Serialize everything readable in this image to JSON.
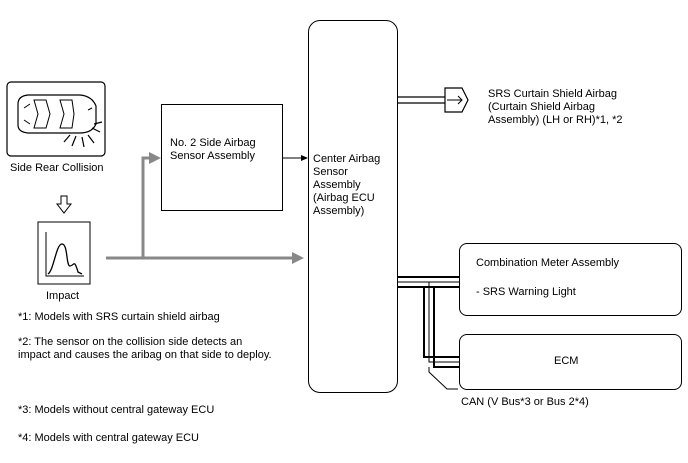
{
  "diagram": {
    "collision_label": "Side Rear Collision",
    "impact_label": "Impact",
    "side_sensor": "No. 2 Side Airbag\nSensor Assembly",
    "center_sensor": "Center Airbag\nSensor\nAssembly\n(Airbag ECU\nAssembly)",
    "curtain_airbag": "SRS Curtain Shield Airbag\n(Curtain Shield Airbag\nAssembly) (LH or RH)*1, *2",
    "combination_meter_title": "Combination Meter Assembly",
    "combination_meter_item": "- SRS Warning Light",
    "ecm": "ECM",
    "can_label": "CAN (V Bus*3 or Bus 2*4)"
  },
  "notes": {
    "n1": "*1: Models with SRS curtain shield airbag",
    "n2": "*2: The sensor on the collision side detects an\nimpact and causes the aribag on that side to deploy.",
    "n3": "*3: Models without central gateway ECU",
    "n4": "*4: Models with central gateway ECU"
  }
}
